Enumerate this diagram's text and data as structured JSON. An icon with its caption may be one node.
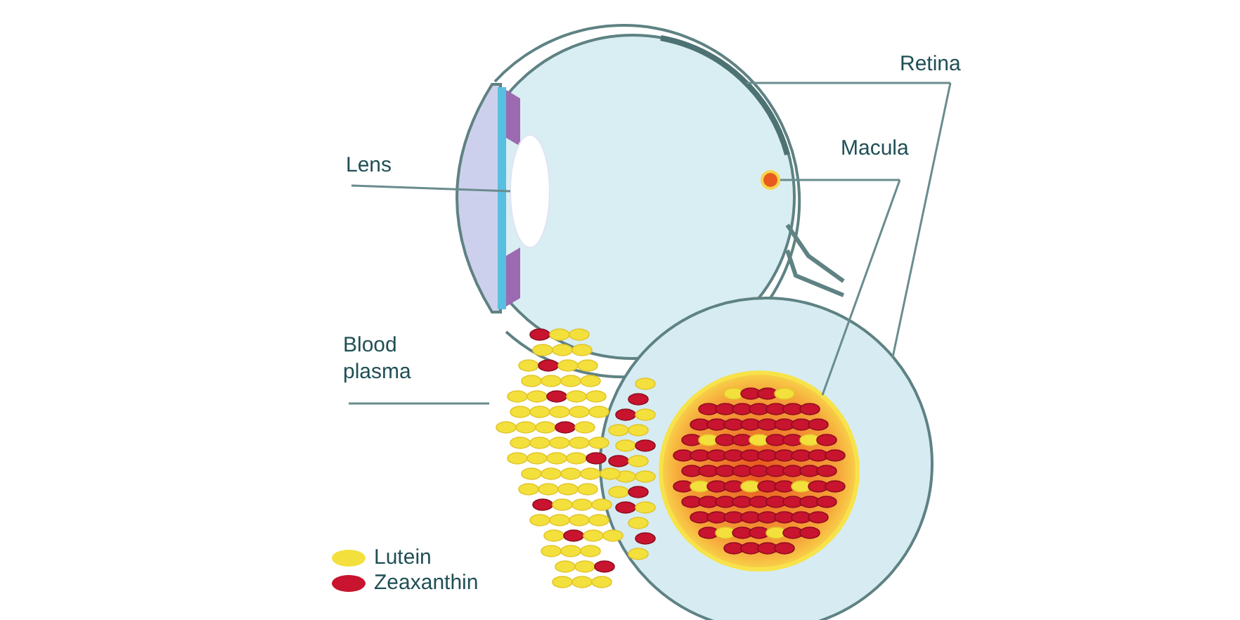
{
  "diagram": {
    "nodes": [
      {
        "text": [
          "Lens"
        ]
      },
      {
        "text": [],
        "shape": "ellipse"
      },
      {
        "text": [
          "Retina"
        ]
      },
      {
        "text": [],
        "shape": "arc"
      },
      {
        "text": [],
        "shape": "circle"
      },
      {
        "text": [
          "Macula"
        ]
      },
      {
        "text": [],
        "shape": "circle"
      },
      {
        "text": [],
        "shape": "circle",
        "in": 4
      },
      {
        "text": [
          "Blood plasma"
        ]
      },
      {
        "text": [],
        "shape": "picture"
      }
    ],
    "edges": [
      {
        "from": 0,
        "to": 1,
        "arrow": "none"
      },
      {
        "from": 2,
        "to": 3,
        "arrow": "none"
      },
      {
        "from": 2,
        "to": 4,
        "arrow": "none"
      },
      {
        "from": 5,
        "to": 6,
        "arrow": "none"
      },
      {
        "from": 5,
        "to": 7,
        "arrow": "none"
      },
      {
        "from": 8,
        "to": 9,
        "arrow": "none"
      }
    ],
    "legend": [
      {
        "text": "Lutein",
        "color": "#f3e03c"
      },
      {
        "text": "Zeaxanthin",
        "color": "#c8142e"
      }
    ]
  }
}
